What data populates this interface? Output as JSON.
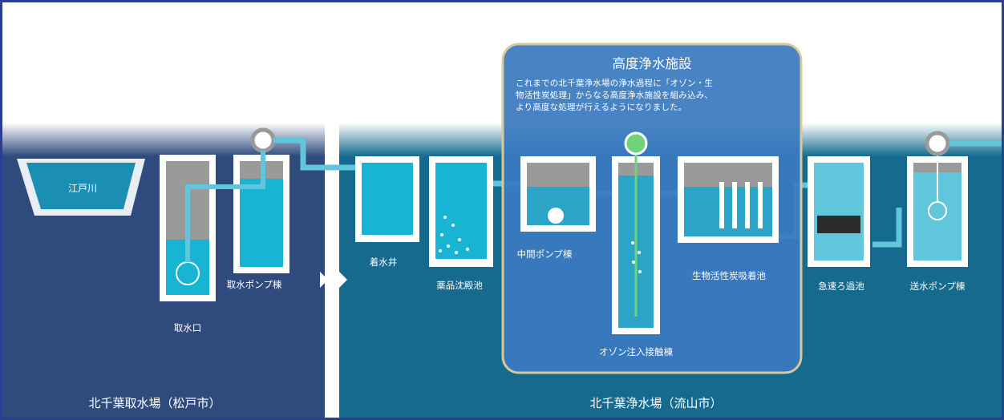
{
  "river": {
    "name": "江戸川"
  },
  "intake_station": {
    "name": "北千葉取水場（松戸市）",
    "facilities": {
      "intake": "取水口",
      "pump": "取水ポンプ棟"
    }
  },
  "purification_plant": {
    "name": "北千葉浄水場（流山市）",
    "facilities": {
      "receiving_well": "着水井",
      "sedimentation": "薬品沈殿池",
      "intermediate_pump": "中間ポンプ棟",
      "ozone_contact": "オゾン注入接触棟",
      "bio_carbon": "生物活性炭吸着池",
      "rapid_filter": "急速ろ過池",
      "distribution_pump": "送水ポンプ棟"
    }
  },
  "advanced_treatment": {
    "title": "高度浄水施設",
    "description": [
      "これまでの北千葉浄水場の浄水過程に「オゾン・生",
      "物活性炭処理」からなる高度浄水施設を組み込み、",
      "より高度な処理が行えるようになりました。"
    ]
  },
  "colors": {
    "frame": "#2a3f8f",
    "intake_bg": "#2f4a7d",
    "plant_bg": "#166a8e",
    "highlight_panel": "#3a7bc0",
    "panel_border": "#d8c89a",
    "water": "#17b4d4",
    "pipe": "#5fc6dc"
  }
}
